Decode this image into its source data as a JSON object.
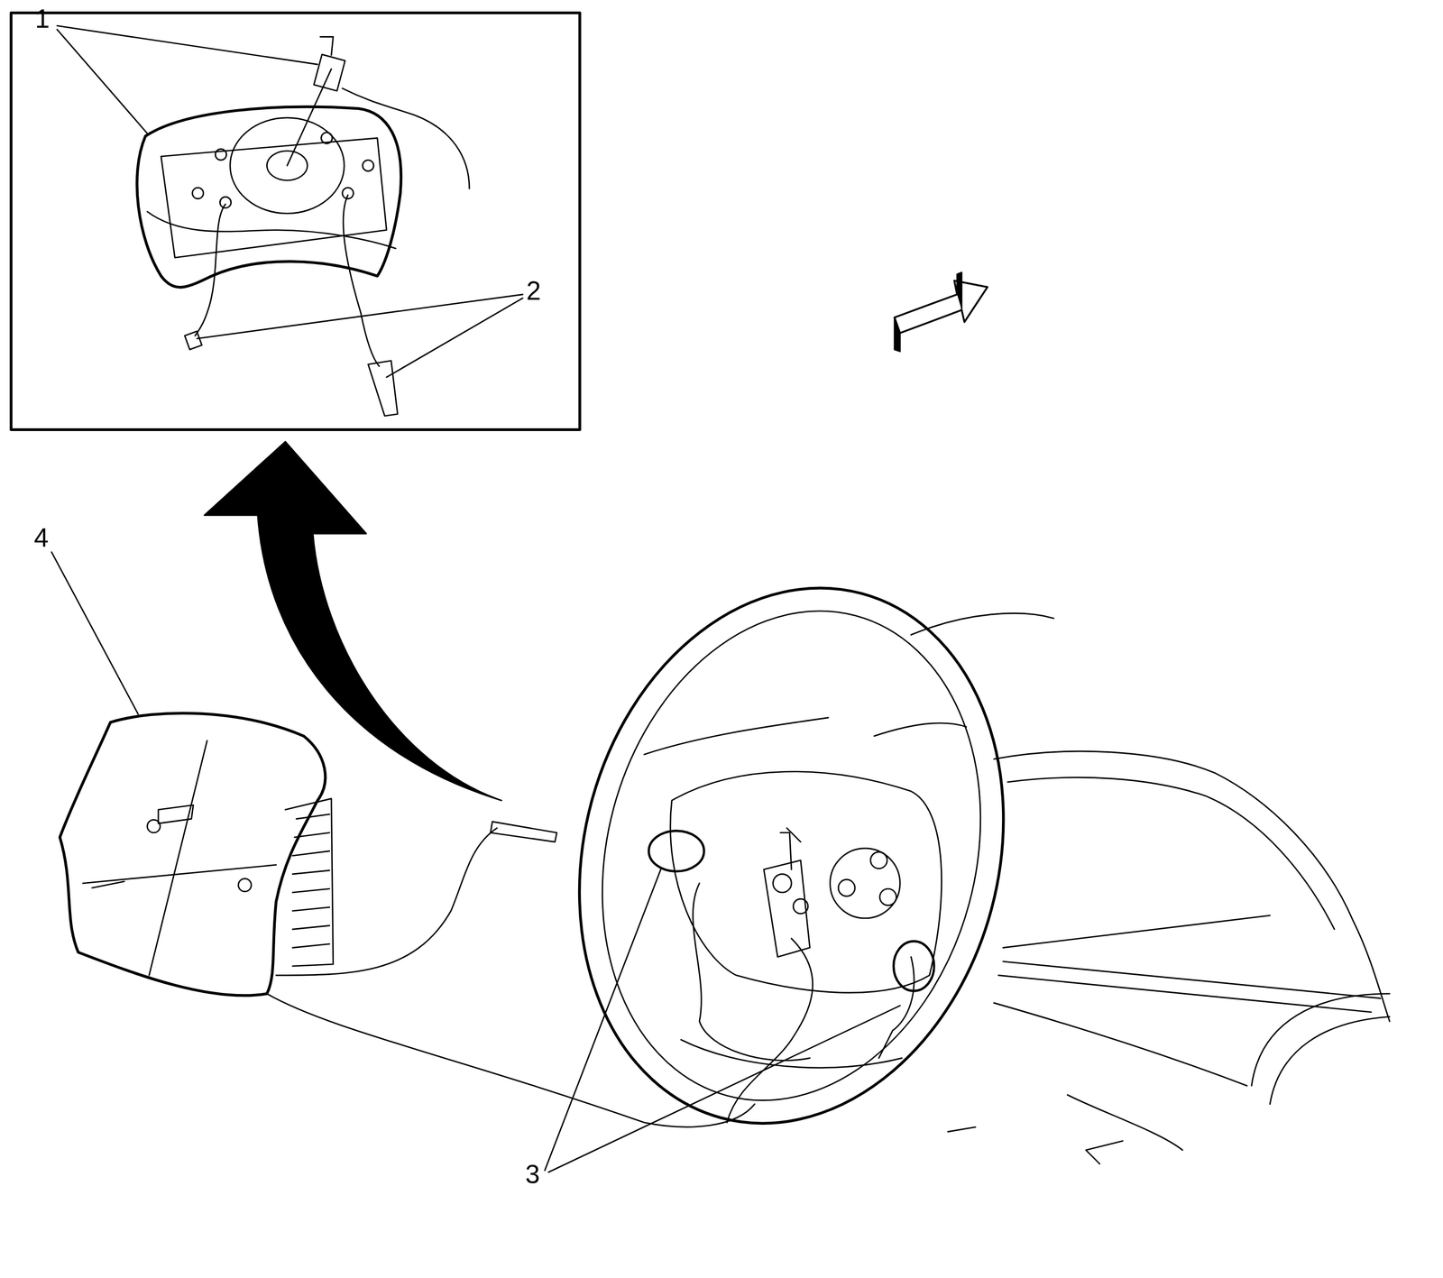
{
  "diagram": {
    "labels": [
      "1",
      "2",
      "4",
      "3"
    ]
  }
}
